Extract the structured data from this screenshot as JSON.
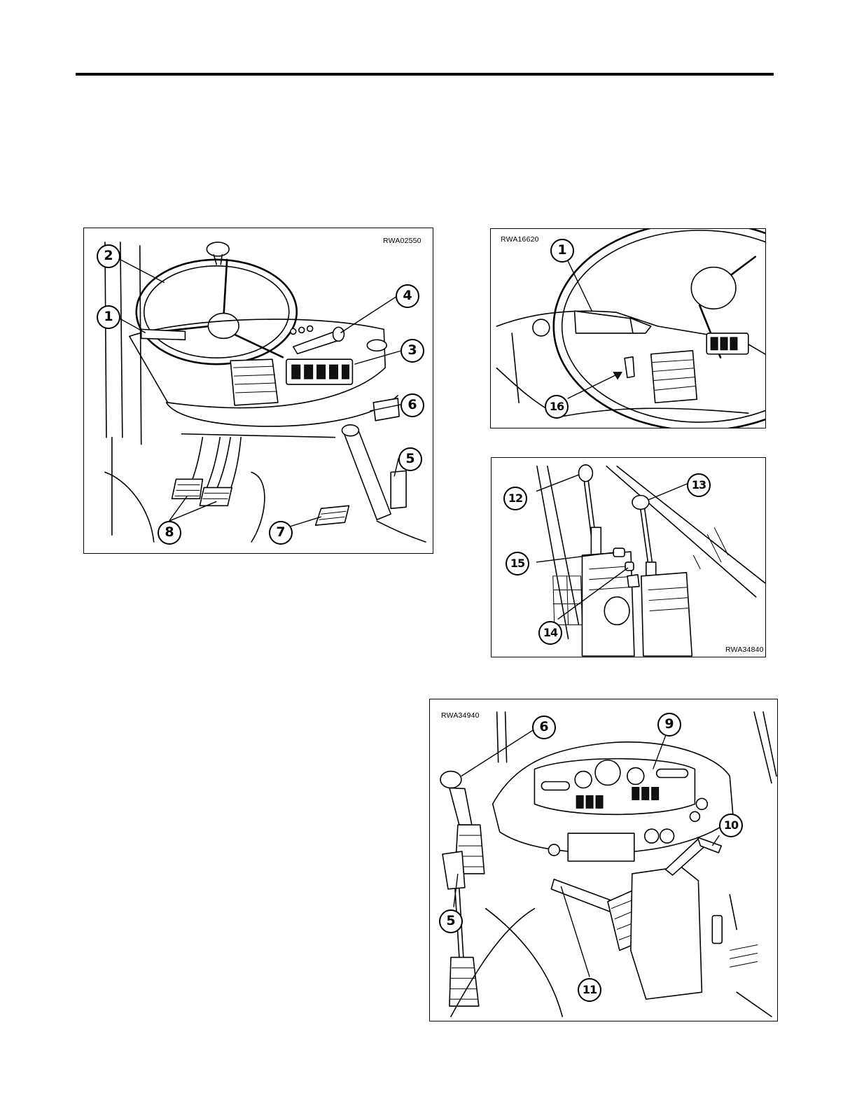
{
  "figures": [
    {
      "code": "RWA02550",
      "callouts": [
        "2",
        "1",
        "4",
        "3",
        "6",
        "5",
        "8",
        "7"
      ]
    },
    {
      "code": "RWA16620",
      "callouts": [
        "1",
        "16"
      ]
    },
    {
      "code": "RWA34840",
      "callouts": [
        "12",
        "13",
        "15",
        "14"
      ]
    },
    {
      "code": "RWA34940",
      "callouts": [
        "6",
        "9",
        "10",
        "5",
        "11"
      ]
    }
  ]
}
